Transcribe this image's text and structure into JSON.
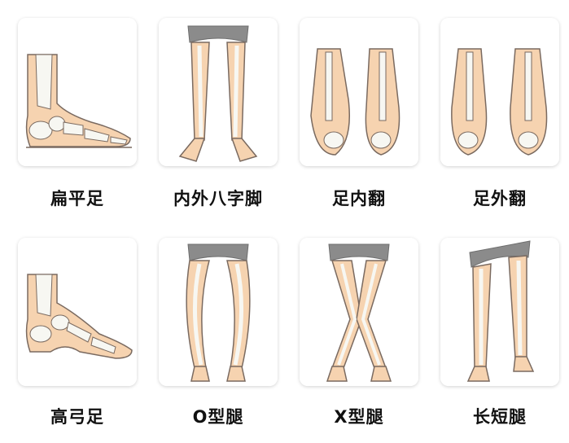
{
  "colors": {
    "skin": "#f6d3b0",
    "bone": "#f7f7f2",
    "outline": "#7a6a60",
    "shorts": "#8b8b8b"
  },
  "items": [
    {
      "id": "flat-feet",
      "label": "扁平足",
      "icon": "foot-side-icon"
    },
    {
      "id": "toe-out",
      "label": "内外八字脚",
      "icon": "legs-toe-out-icon"
    },
    {
      "id": "inversion",
      "label": "足内翻",
      "icon": "feet-back-icon"
    },
    {
      "id": "eversion",
      "label": "足外翻",
      "icon": "feet-back-icon"
    },
    {
      "id": "high-arch",
      "label": "高弓足",
      "icon": "foot-side-icon"
    },
    {
      "id": "o-legs",
      "label": "O型腿",
      "icon": "legs-o-icon"
    },
    {
      "id": "x-legs",
      "label": "X型腿",
      "icon": "legs-x-icon"
    },
    {
      "id": "uneven-legs",
      "label": "长短腿",
      "icon": "legs-uneven-icon"
    }
  ]
}
